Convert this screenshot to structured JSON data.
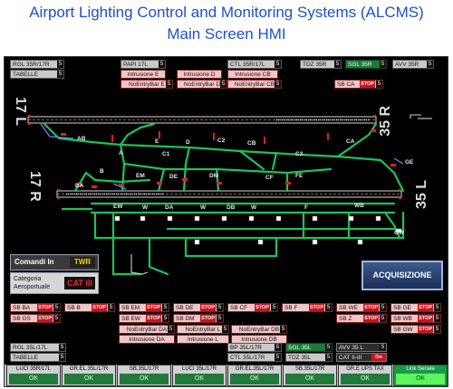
{
  "header": {
    "title_line1": "Airport Lighting Control and Monitoring Systems (ALCMS)",
    "title_line2": "Main Screen HMI"
  },
  "runway": {
    "label_17l": "17 L",
    "label_35r": "35 R",
    "label_17r": "17 R",
    "label_35l": "35 L"
  },
  "top_panel": [
    {
      "label": "RGL 35R/17R",
      "value": "5"
    },
    {
      "label": "TABELLE",
      "value": "5"
    },
    {
      "label": "PAPI 17L",
      "value": "5"
    },
    {
      "label": "Intrusione E"
    },
    {
      "label": "NoEntryBar E",
      "value": "5"
    },
    {
      "label": "Intrusione D"
    },
    {
      "label": "NoEntryBar D",
      "value": "5"
    },
    {
      "label": "CTL 35R/17L",
      "value": "5"
    },
    {
      "label": "Intrusione CB"
    },
    {
      "label": "NoEntryBar CB",
      "value": "5"
    },
    {
      "label": "TDZ 35R",
      "value": "5"
    },
    {
      "label": "SGL 35R",
      "value": "5"
    },
    {
      "label": "AVV 35R",
      "value": "5"
    },
    {
      "label": "SB CA",
      "stop": "STOP",
      "value": "5"
    }
  ],
  "taxiways": [
    "AB",
    "E",
    "D",
    "C2",
    "CB",
    "CA",
    "GE",
    "A",
    "C1",
    "C3",
    "EM",
    "DE",
    "DM",
    "CF",
    "FE",
    "B",
    "BA",
    "EW",
    "W",
    "DA",
    "W",
    "DB",
    "W",
    "F",
    "WB",
    "GW"
  ],
  "control": {
    "comandi_label": "Comandi In",
    "comandi_value": "TWR",
    "categoria_label": "Categoria Aeroportuale",
    "categoria_value": "CAT III",
    "acquisizione": "ACQUISIZIONE"
  },
  "stop_row1": [
    {
      "label": "SB BA",
      "stop": "STOP",
      "value": "5"
    },
    {
      "label": "SB B",
      "stop": "STOP",
      "value": "5"
    },
    {
      "label": "SB EM",
      "stop": "STOP",
      "value": "5"
    },
    {
      "label": "SB DE",
      "stop": "STOP",
      "value": "5"
    },
    {
      "label": "SB CF",
      "stop": "STOP",
      "value": "5"
    },
    {
      "label": "SB F",
      "stop": "STOP",
      "value": "5"
    },
    {
      "label": "SB WE",
      "stop": "STOP",
      "value": "5"
    },
    {
      "label": "SB GE",
      "stop": "STOP",
      "value": "5"
    }
  ],
  "stop_row2": [
    {
      "label": "SB GS",
      "stop": "STOP",
      "value": "5"
    },
    {
      "label": "SB EW",
      "stop": "STOP",
      "value": "5"
    },
    {
      "label": "SB DM",
      "stop": "STOP",
      "value": "5"
    },
    {
      "label": "SB Z",
      "stop": "STOP",
      "value": "5"
    },
    {
      "label": "SB WB",
      "stop": "STOP",
      "value": "5"
    },
    {
      "label": "SB GW",
      "stop": "STOP",
      "value": "5"
    }
  ],
  "bottom_panel": [
    {
      "label": "NoEntryBar DA",
      "value": "5"
    },
    {
      "label": "NoEntryBar L",
      "value": "5"
    },
    {
      "label": "NoEntryBar DB",
      "value": "5"
    },
    {
      "label": "Intrusione DA"
    },
    {
      "label": "Intrusione L"
    },
    {
      "label": "Intrusione DB"
    },
    {
      "label": "RGL 35L/17L",
      "value": "5"
    },
    {
      "label": "TABELLE",
      "value": "5"
    },
    {
      "label": "BP 35L/17R",
      "value": "5"
    },
    {
      "label": "CTL 35L/17R",
      "value": "5"
    },
    {
      "label": "SGL 35L",
      "value": "5"
    },
    {
      "label": "TDZ 35L",
      "value": "5"
    },
    {
      "label": "AVV 35 L",
      "value": "5"
    },
    {
      "label": "CAT II-III",
      "value": "On"
    }
  ],
  "footer": [
    {
      "label": "LUCI 35R/17L",
      "status": "OK"
    },
    {
      "label": "GR.EL.35L/17R",
      "status": "OK"
    },
    {
      "label": "SB.35L/17R",
      "status": "OK"
    },
    {
      "label": "LUCI 35L/17R",
      "status": "OK"
    },
    {
      "label": "GR.EL.35L/17R",
      "status": "OK"
    },
    {
      "label": "SB.35L/17R",
      "status": "OK"
    },
    {
      "label": "GR.E.UPS TAX",
      "status": "OK"
    },
    {
      "label": "Link Seriale",
      "status": "OK"
    }
  ],
  "colors": {
    "title": "#1f4fc8",
    "taxiway_green": "#1fc15a",
    "stop_red": "#c8141e",
    "background": "#000000"
  }
}
